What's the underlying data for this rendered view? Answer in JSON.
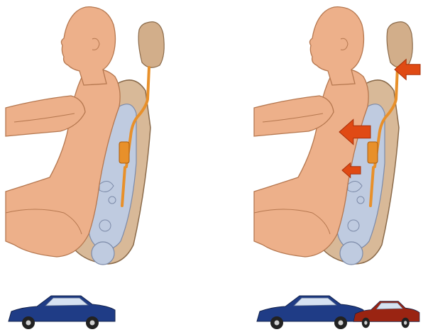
{
  "panels": [
    {
      "id": "before-impact",
      "arrows_shown": 0,
      "rear_vehicle_shown": false
    },
    {
      "id": "after-rear-impact",
      "arrows_shown": 3,
      "rear_vehicle_shown": true
    }
  ],
  "colors": {
    "skin": "#EDB08A",
    "skin_outline": "#B5774F",
    "seat_shell": "#D8B998",
    "seat_outline": "#8A6A4A",
    "frame": "#BFCBE0",
    "frame_outline": "#7C8AA8",
    "headrest": "#D2AE8A",
    "mechanism": "#E8902A",
    "arrow": "#E04A14",
    "front_car": "#1F3C86",
    "rear_car": "#9A2412",
    "wheel": "#222222",
    "window": "#D6E2F2"
  }
}
